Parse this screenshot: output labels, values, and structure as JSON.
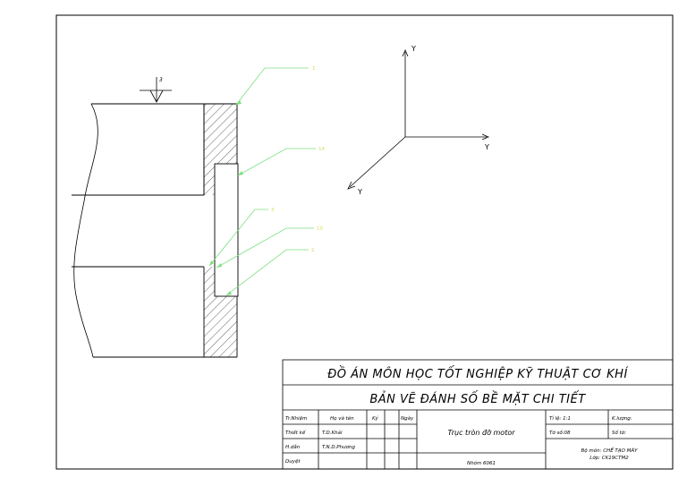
{
  "drawing": {
    "roughness_mark": "3",
    "leaders": [
      "1",
      "14",
      "3",
      "10",
      "2"
    ],
    "leader_color": "#7ee081",
    "label_color": "#d8dc5a",
    "axes": {
      "y_top": "Y",
      "y_right": "Y",
      "y_diag": "Y"
    }
  },
  "title_block": {
    "title_main": "ĐỒ ÁN MÔN HỌC TỐT NGHIỆP KỸ THUẬT CƠ KHÍ",
    "title_sub": "BẢN VẼ ĐÁNH SỐ BỀ MẶT CHI TIẾT",
    "headers": {
      "role": "Tr.Nhiệm",
      "name": "Họ và tên",
      "sign": "Ký",
      "date": "Ngày"
    },
    "rows": [
      {
        "role": "Thiết kế",
        "name": "T.D.Khải"
      },
      {
        "role": "H.dẫn",
        "name": "T.N.D.Phương"
      },
      {
        "role": "Duyệt",
        "name": ""
      }
    ],
    "part_name": "Trục tròn đỡ motor",
    "group": "Nhóm 6061",
    "scale": "Tỉ lệ: 1:1",
    "mass": "K.lượng:",
    "sheet_no": "Tờ số:08",
    "sheet_count": "Số tờ:",
    "dept": "Bộ môn: CHẾ TẠO MÁY",
    "class": "Lớp: CK19CTM2"
  }
}
